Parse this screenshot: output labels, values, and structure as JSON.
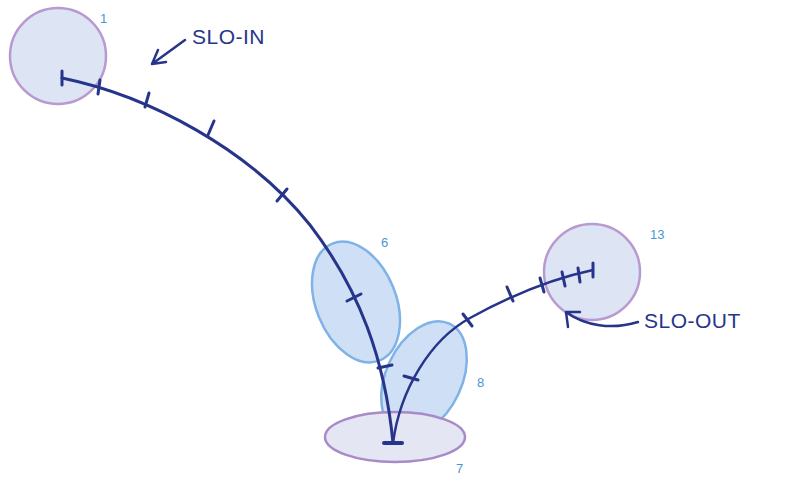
{
  "diagram": {
    "labels": [
      "1",
      "SLO-IN",
      "6",
      "7",
      "8",
      "13",
      "SLO-OUT"
    ]
  }
}
